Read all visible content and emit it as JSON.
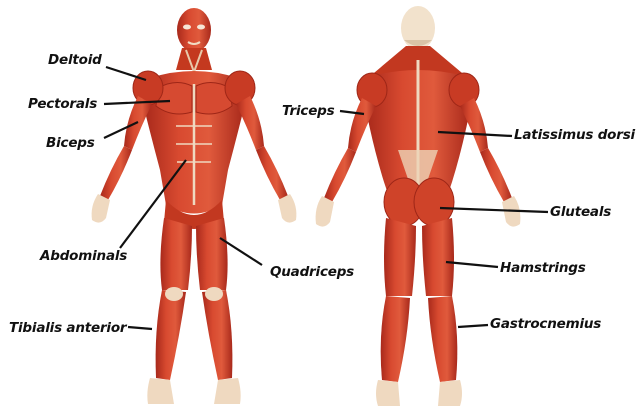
{
  "labels": {
    "deltoid": "Deltoid",
    "pectorals": "Pectorals",
    "biceps": "Biceps",
    "abdominals": "Abdominals",
    "tibialis_anterior": "Tibialis anterior",
    "quadriceps": "Quadriceps",
    "triceps": "Triceps",
    "latissimus_dorsi": "Latissimus dorsi",
    "gluteals": "Gluteals",
    "hamstrings": "Hamstrings",
    "gastrocnemius": "Gastrocnemius"
  },
  "colors": {
    "muscle": "#d2452e",
    "muscle_dark": "#a8291b",
    "muscle_light": "#e8775a",
    "tendon": "#f1dcc3",
    "leader_line": "#111111",
    "label_text": "#111111",
    "background": "#ffffff"
  }
}
